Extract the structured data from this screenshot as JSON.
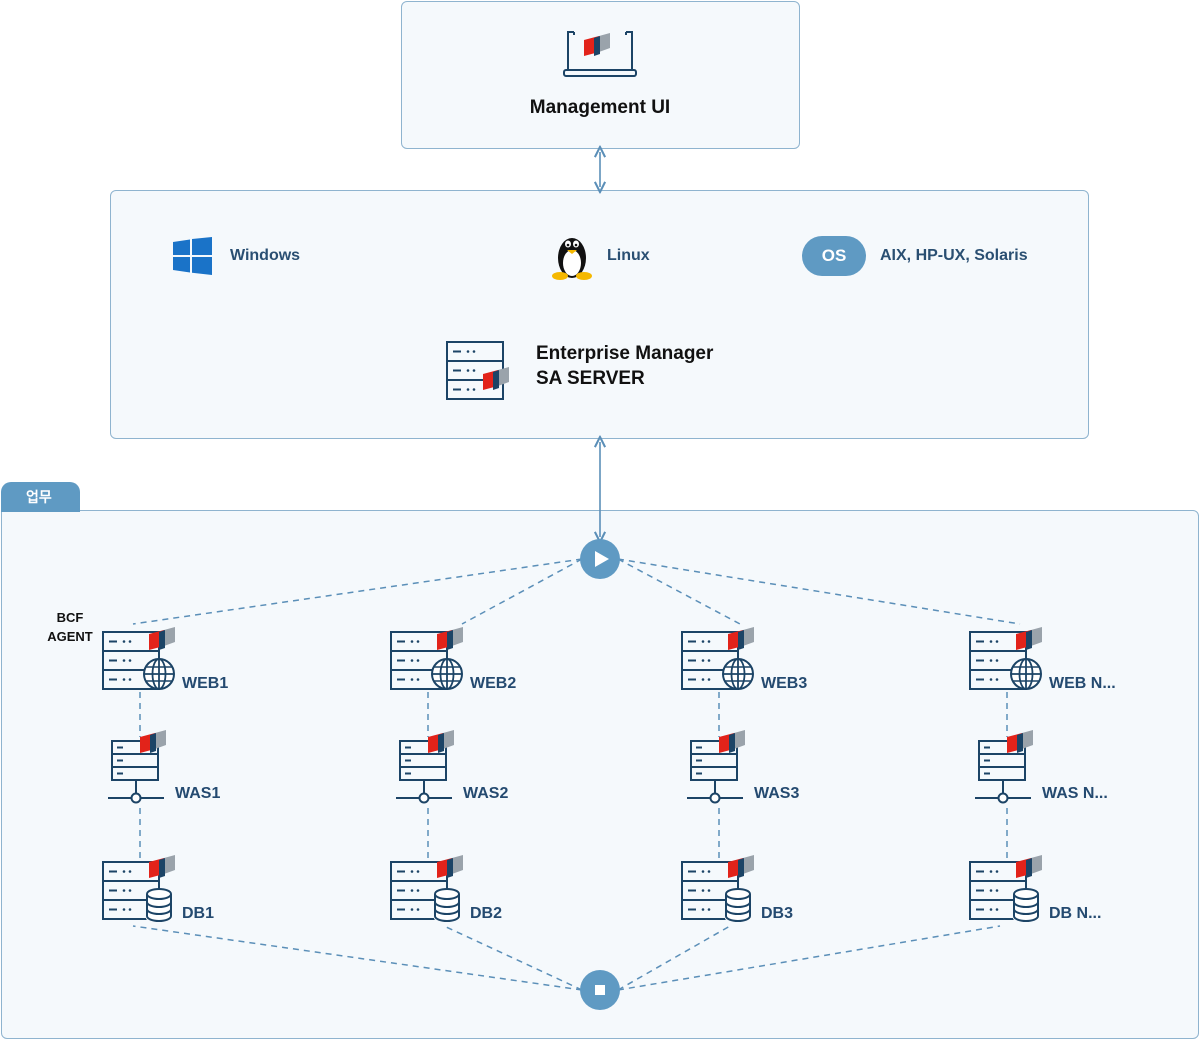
{
  "management": {
    "label": "Management UI"
  },
  "platforms": [
    {
      "icon": "windows-icon",
      "label": "Windows"
    },
    {
      "icon": "linux-tux-icon",
      "label": "Linux"
    },
    {
      "icon": "os-badge",
      "badge": "OS",
      "label": "AIX, HP-UX, Solaris"
    }
  ],
  "enterprise_manager": {
    "line1": "Enterprise Manager",
    "line2": "SA SERVER"
  },
  "workgroup": {
    "tab_label": "업무"
  },
  "agent_label": {
    "line1": "BCF",
    "line2": "AGENT"
  },
  "columns": [
    {
      "web": "WEB1",
      "was": "WAS1",
      "db": "DB1"
    },
    {
      "web": "WEB2",
      "was": "WAS2",
      "db": "DB2"
    },
    {
      "web": "WEB3",
      "was": "WAS3",
      "db": "DB3"
    },
    {
      "web": "WEB N...",
      "was": "WAS N...",
      "db": "DB N..."
    }
  ],
  "colors": {
    "accent": "#5f9ac3",
    "line": "#5b8fb8",
    "icon": "#1c4466",
    "red": "#e2231a",
    "grey": "#9aa3ab"
  }
}
